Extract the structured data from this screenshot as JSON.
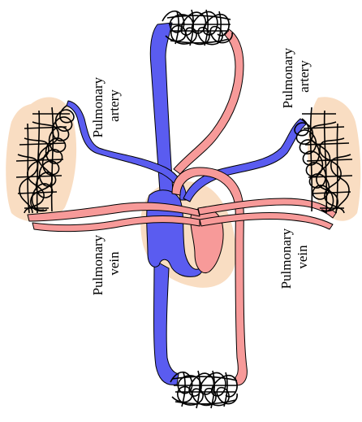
{
  "labels": {
    "artery_left": [
      "Pulmonary",
      "artery"
    ],
    "artery_right": [
      "Pulmonary",
      "artery"
    ],
    "vein_left": [
      "Pulmonary",
      "vein"
    ],
    "vein_right": [
      "Pulmonary",
      "vein"
    ]
  },
  "colors": {
    "deoxygenated": "#5a5cf0",
    "oxygenated": "#f79a99",
    "tissue": "#f9ddc2",
    "outline": "#000000",
    "capillary": "#000000"
  }
}
